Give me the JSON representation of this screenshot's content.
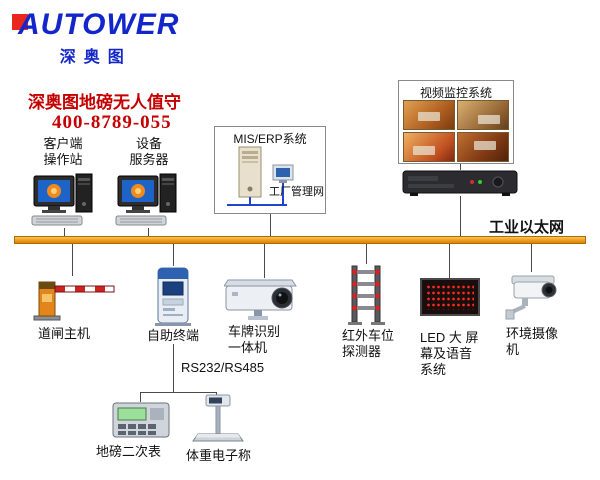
{
  "logo": {
    "brand": "AUTOWER",
    "sub": "深奥图"
  },
  "header": {
    "title": "深奥图地磅无人值守",
    "phone": "400-8789-055"
  },
  "colors": {
    "brand_blue": "#1226c9",
    "logo_red": "#e8281e",
    "title_red": "#c40000",
    "bus_orange": "#f0a42a",
    "led_red": "#ff2a1a"
  },
  "bus": {
    "label": "工业以太网"
  },
  "top_nodes": {
    "client_station": {
      "line1": "客户端",
      "line2": "操作站"
    },
    "device_server": {
      "line1": "设备",
      "line2": "服务器"
    },
    "mis_erp": {
      "title": "MIS/ERP系统",
      "subnet": "工厂管理网"
    },
    "video": {
      "title": "视频监控系统"
    }
  },
  "bottom_nodes": {
    "barrier": {
      "label": "道闸主机"
    },
    "kiosk": {
      "label": "自助终端"
    },
    "lpr": {
      "line1": "车牌识别",
      "line2": "一体机"
    },
    "ir": {
      "line1": "红外车位",
      "line2": "探测器"
    },
    "led": {
      "line1": "LED 大 屏",
      "line2": "幕及语音",
      "line3": "系统"
    },
    "camera": {
      "line1": "环境摄像",
      "line2": "机"
    }
  },
  "sub_nodes": {
    "serial_label": "RS232/RS485",
    "indicator": {
      "label": "地磅二次表"
    },
    "scale": {
      "label": "体重电子称"
    }
  }
}
